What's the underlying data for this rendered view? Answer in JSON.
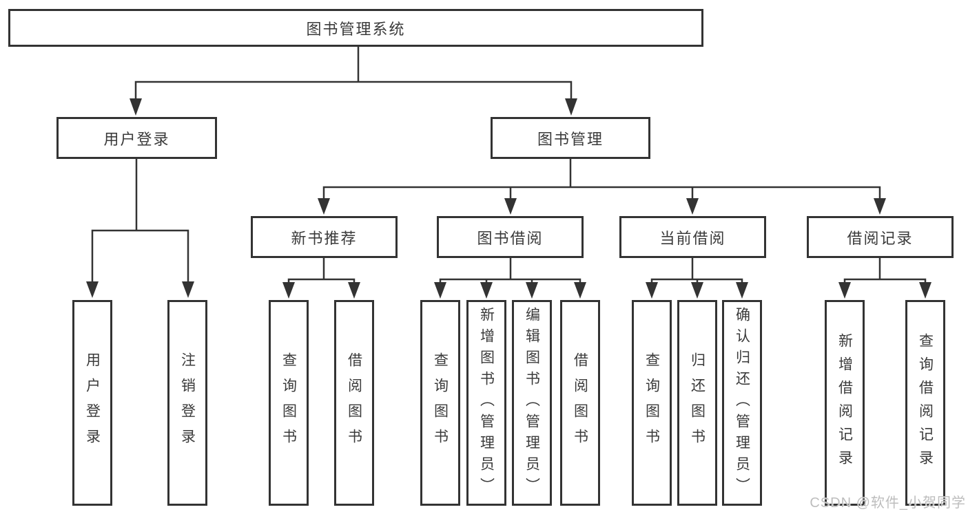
{
  "diagram": {
    "root": "图书管理系统",
    "level2": [
      "用户登录",
      "图书管理"
    ],
    "level3": [
      "新书推荐",
      "图书借阅",
      "当前借阅",
      "借阅记录"
    ],
    "leaves": [
      "用户登录",
      "注销登录",
      "查询图书",
      "借阅图书",
      "查询图书",
      "新增图书（管理员）",
      "编辑图书（管理员）",
      "借阅图书",
      "查询图书",
      "归还图书",
      "确认归还（管理员）",
      "新增借阅记录",
      "查询借阅记录"
    ]
  },
  "watermark": "CSDN @软件_小贺同学",
  "colors": {
    "line": "#333333",
    "box_border": "#333333",
    "text": "#3a3a3a",
    "watermark": "#bdbdbd",
    "background": "#ffffff"
  }
}
